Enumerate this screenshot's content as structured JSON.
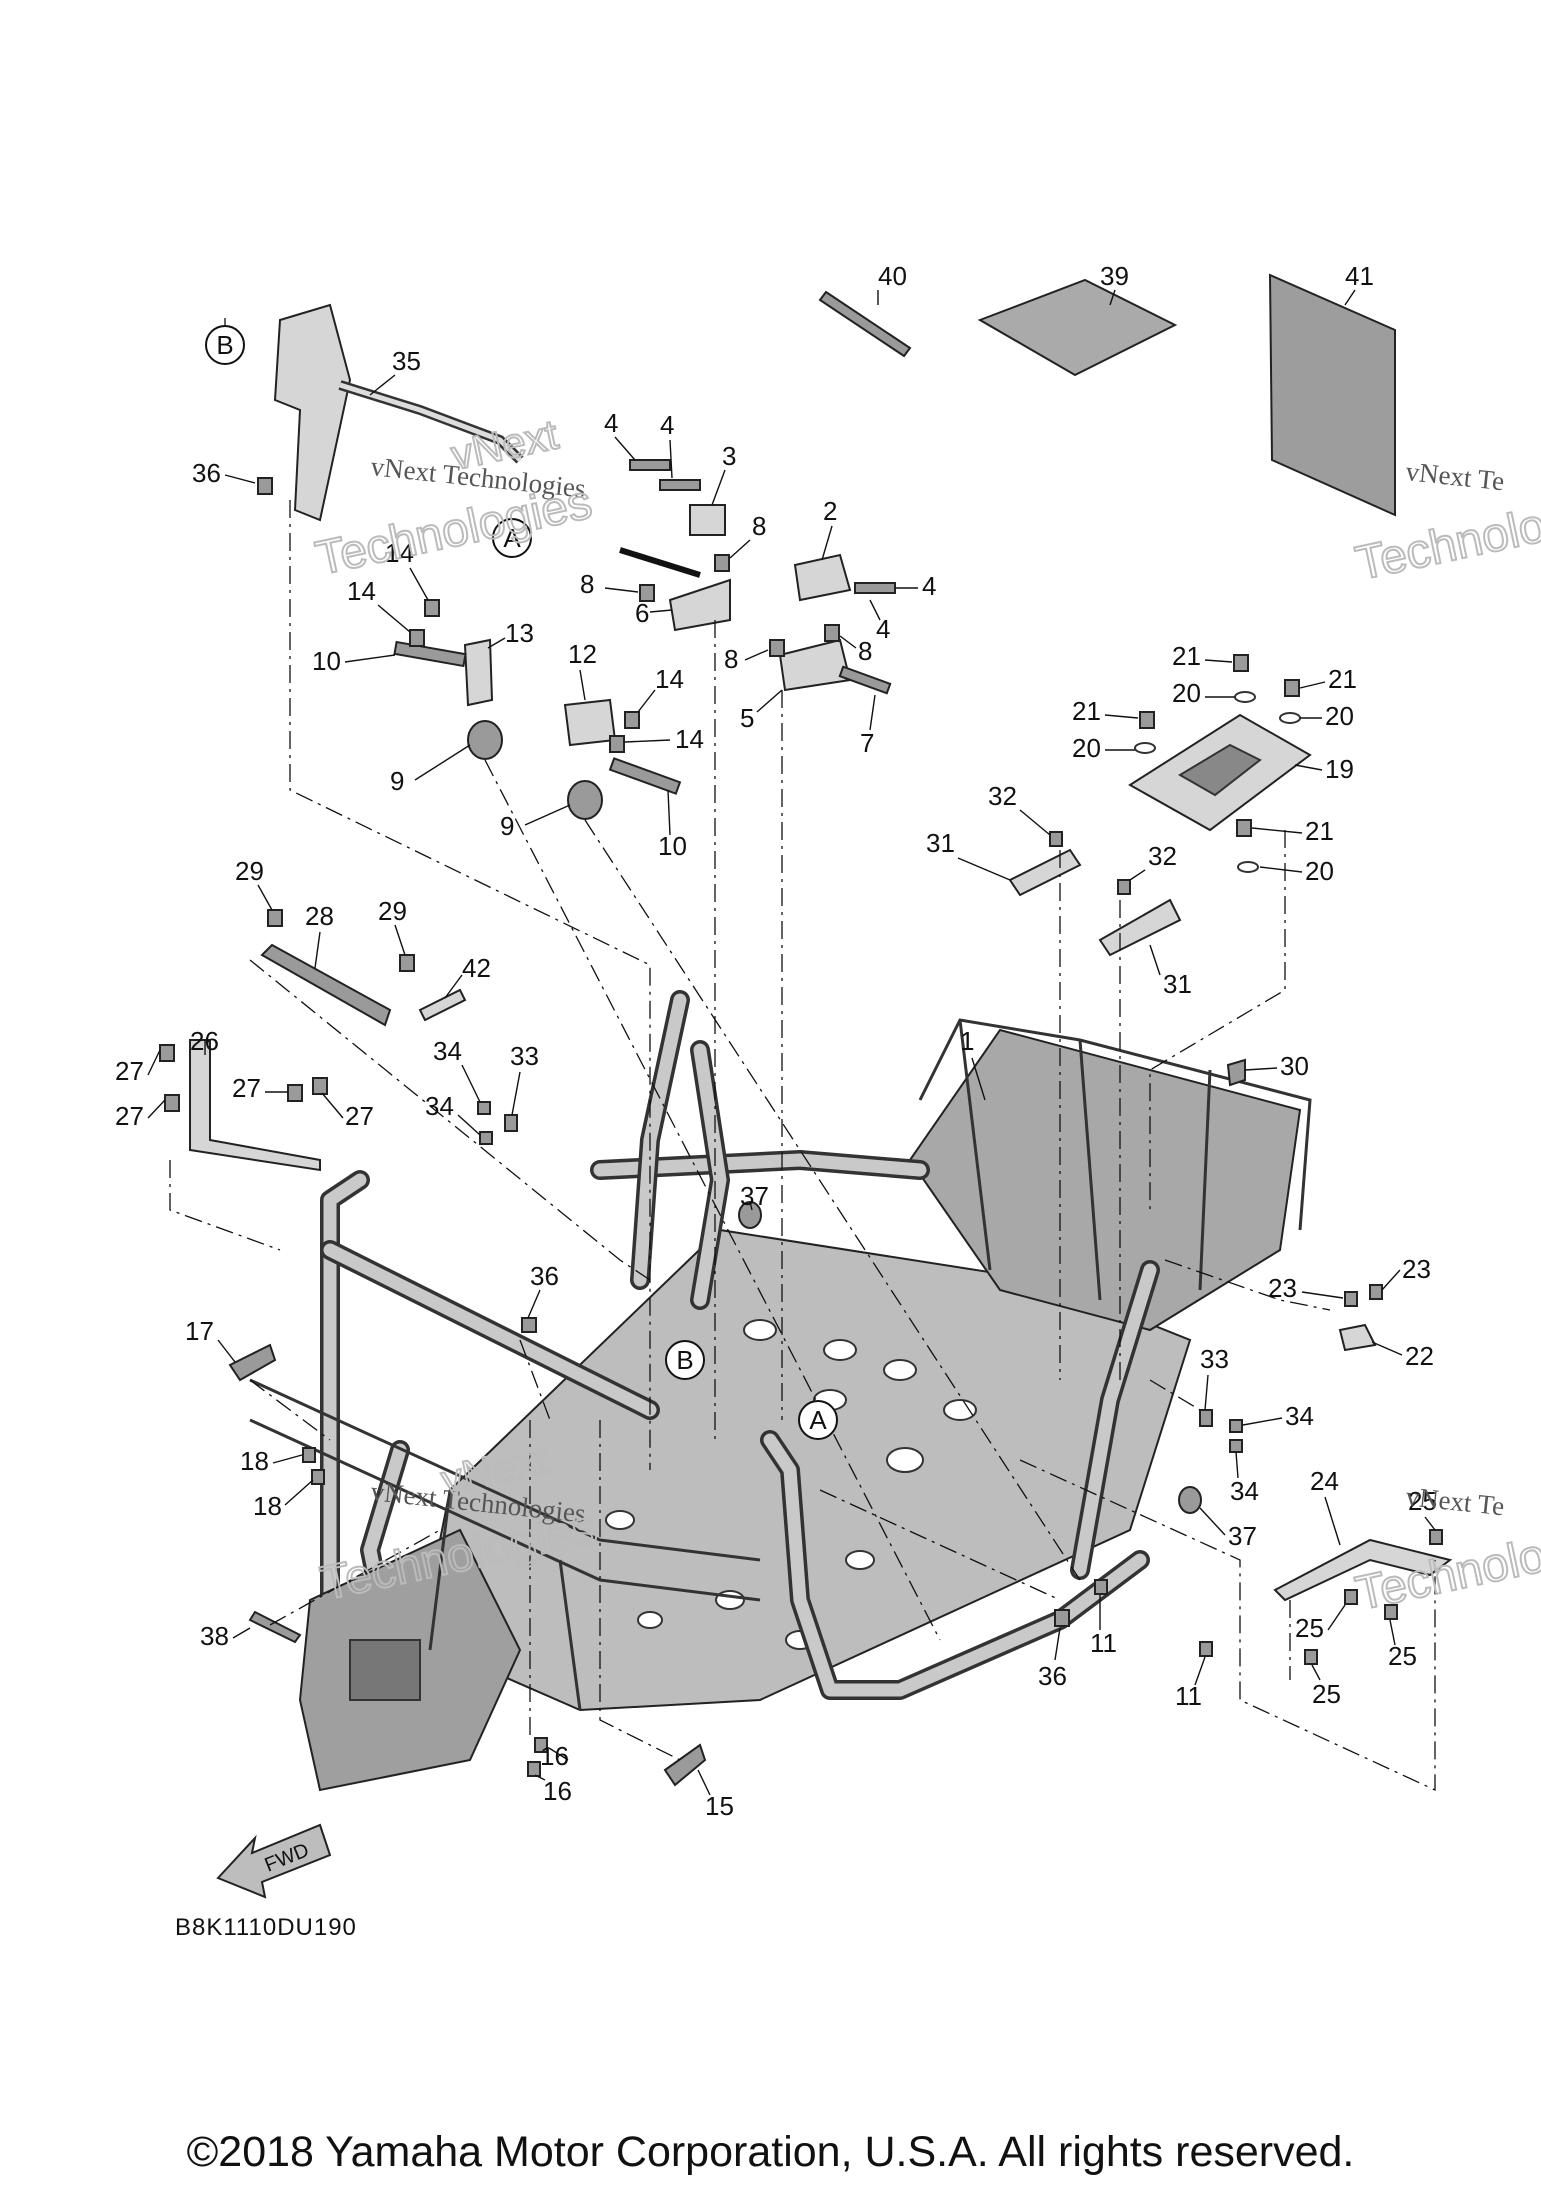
{
  "diagram": {
    "code": "B8K1110DU190",
    "fwd_label": "FWD",
    "ref_markers": [
      "A",
      "B"
    ],
    "watermark_line1": "vNext Technologies",
    "watermark_big1": "vNext",
    "watermark_big2": "Technologies",
    "watermark_partial": "vNext Te",
    "callouts": [
      "1",
      "2",
      "3",
      "4",
      "5",
      "6",
      "7",
      "8",
      "9",
      "10",
      "11",
      "12",
      "13",
      "14",
      "15",
      "16",
      "17",
      "18",
      "19",
      "20",
      "21",
      "22",
      "23",
      "24",
      "25",
      "26",
      "27",
      "28",
      "29",
      "30",
      "31",
      "32",
      "33",
      "34",
      "35",
      "36",
      "37",
      "38",
      "39",
      "40",
      "41",
      "42"
    ]
  },
  "footer": {
    "copyright": "©2018 Yamaha Motor Corporation, U.S.A. All rights reserved."
  }
}
